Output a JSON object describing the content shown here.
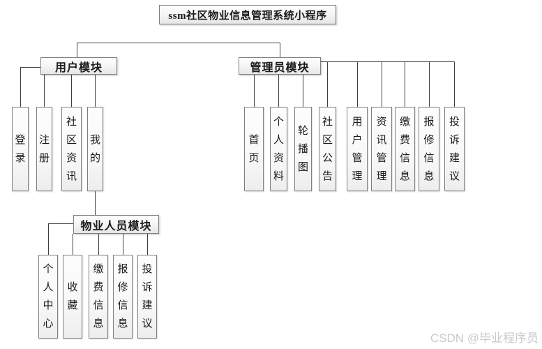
{
  "diagram": {
    "title": "ssm社区物业信息管理系统小程序",
    "modules": [
      {
        "label": "用户模块",
        "children": [
          "登录",
          "注册",
          "社区资讯",
          "我的"
        ]
      },
      {
        "label": "管理员模块",
        "children": [
          "首页",
          "个人资料",
          "轮播图",
          "社区公告",
          "用户管理",
          "资讯管理",
          "缴费信息",
          "报修信息",
          "投诉建议"
        ]
      },
      {
        "label": "物业人员模块",
        "children": [
          "个人中心",
          "收藏",
          "缴费信息",
          "报修信息",
          "投诉建议"
        ]
      }
    ]
  },
  "watermark": {
    "text": "CSDN @毕业程序员"
  },
  "colors": {
    "background": "#ffffff",
    "box_border": "#7f7f7f",
    "connector_line": "#3f3f3f",
    "text": "#1a1a1a",
    "watermark_text": "#c9c9c9"
  }
}
